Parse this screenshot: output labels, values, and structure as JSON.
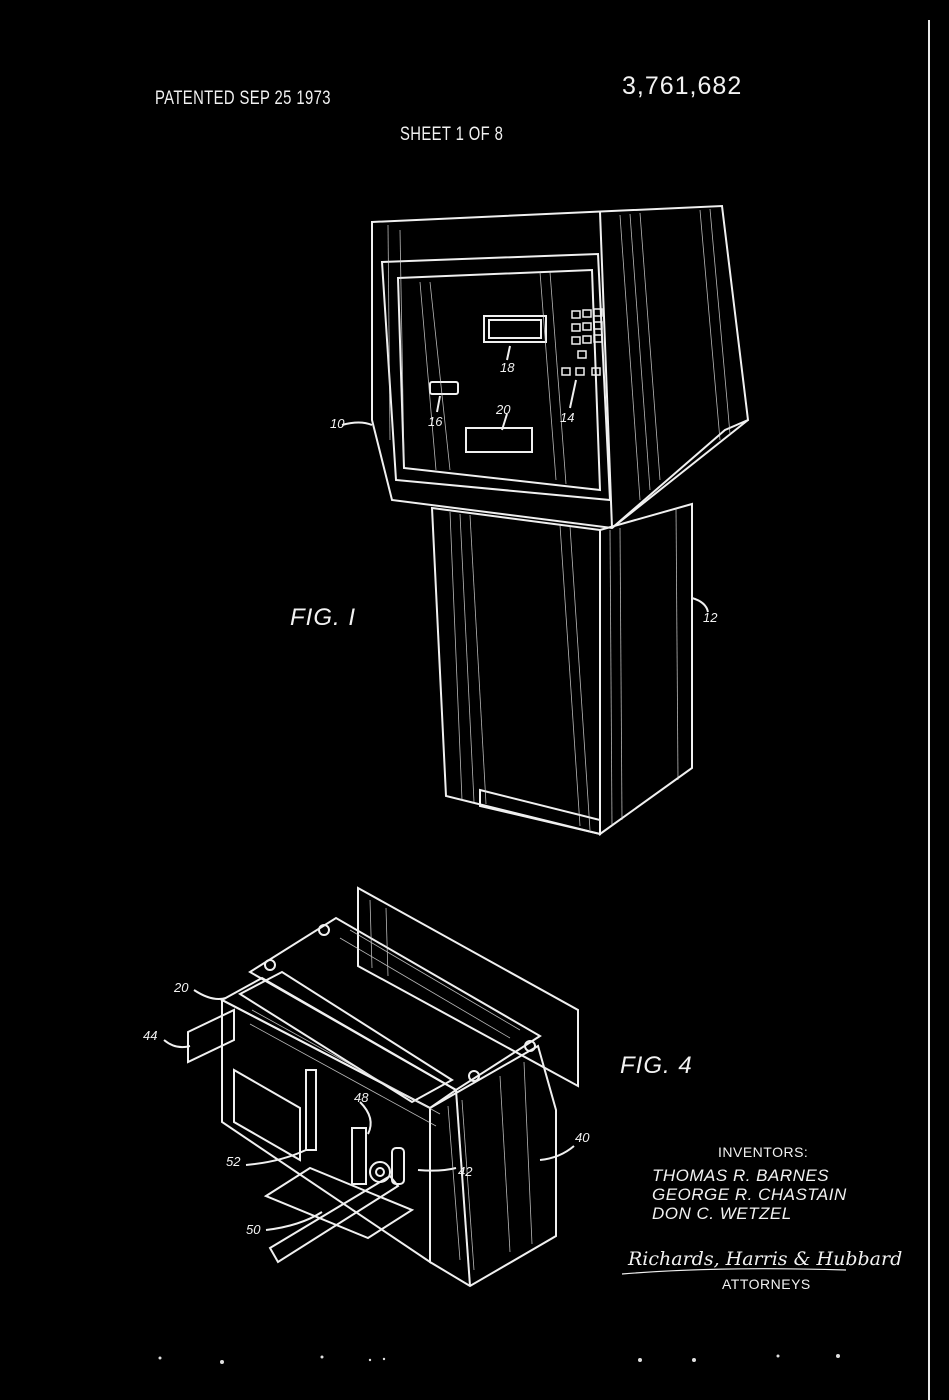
{
  "header": {
    "patented": "PATENTED SEP 25 1973",
    "sheet": "SHEET 1 OF 8",
    "patent_number": "3,761,682"
  },
  "fig1": {
    "label": "FIG. I",
    "refs": {
      "r10": "10",
      "r12": "12",
      "r14": "14",
      "r16": "16",
      "r18": "18",
      "r20": "20"
    }
  },
  "fig4": {
    "label": "FIG. 4",
    "refs": {
      "r20": "20",
      "r40": "40",
      "r42": "42",
      "r44": "44",
      "r48": "48",
      "r50": "50",
      "r52": "52"
    }
  },
  "inventors": {
    "heading": "INVENTORS:",
    "names": [
      "THOMAS R. BARNES",
      "GEORGE R. CHASTAIN",
      "DON C. WETZEL"
    ]
  },
  "attorneys": {
    "signature": "Richards, Harris & Hubbard",
    "label": "ATTORNEYS"
  },
  "colors": {
    "background": "#000000",
    "ink": "#f2f2f2"
  }
}
